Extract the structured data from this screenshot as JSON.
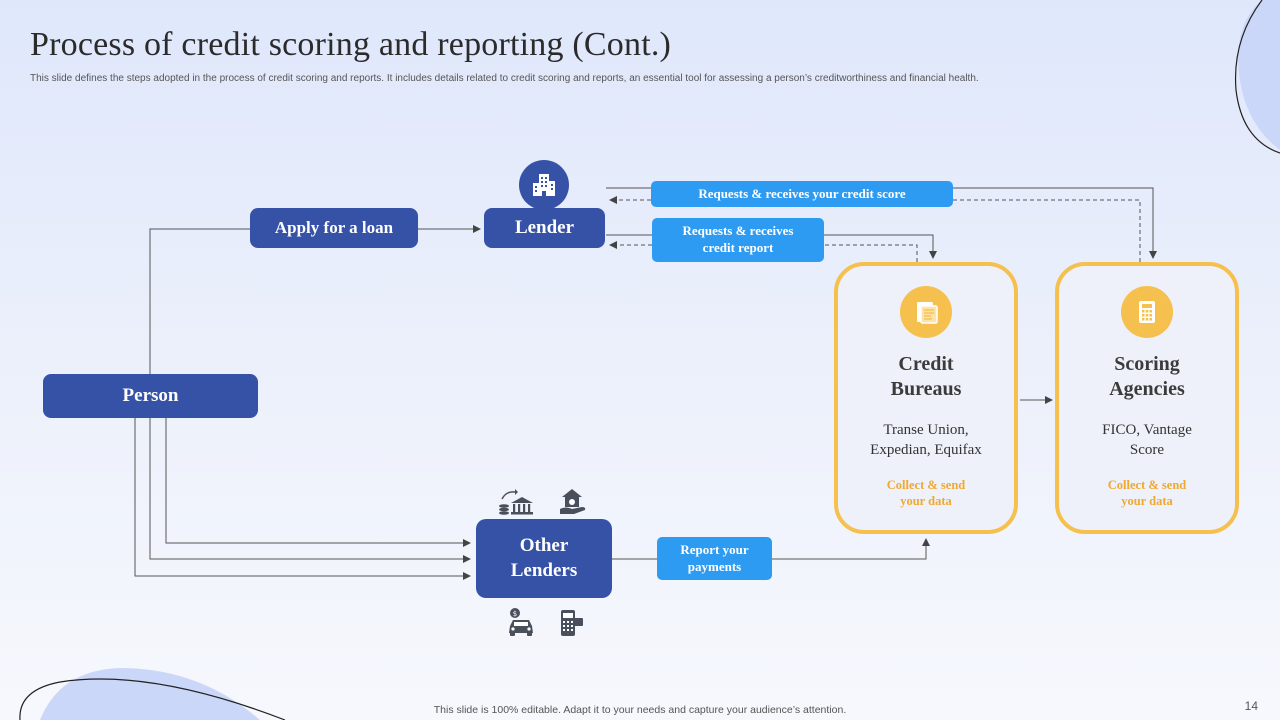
{
  "slide": {
    "title": "Process of credit scoring and reporting (Cont.)",
    "subtitle": "This slide defines the steps adopted in the process of credit scoring and reports. It includes details related to credit scoring and reports, an essential tool for assessing a person’s creditworthiness and financial health.",
    "footer": "This slide is 100% editable. Adapt it to your needs and capture your audience’s attention.",
    "page_number": "14"
  },
  "nodes": {
    "person": "Person",
    "apply_loan": "Apply for a loan",
    "lender": "Lender",
    "other_lenders_line1": "Other",
    "other_lenders_line2": "Lenders"
  },
  "flows": {
    "credit_score_line1": "Requests & receives your credit score",
    "credit_report_line1": "Requests & receives",
    "credit_report_line2": "credit report",
    "report_payments_line1": "Report your",
    "report_payments_line2": "payments"
  },
  "cards": [
    {
      "title_line1": "Credit",
      "title_line2": "Bureaus",
      "desc_line1": "Transe Union,",
      "desc_line2": "Expedian, Equifax",
      "note_line1": "Collect & send",
      "note_line2": "your data",
      "icon": "document-icon"
    },
    {
      "title_line1": "Scoring",
      "title_line2": "Agencies",
      "desc_line1": "FICO, Vantage",
      "desc_line2": "Score",
      "note_line1": "Collect & send",
      "note_line2": "your data",
      "icon": "calculator-icon"
    }
  ],
  "icons": {
    "lender": "building-icon",
    "other_lenders_top": [
      "bank-coins-icon",
      "house-hand-icon"
    ],
    "other_lenders_bottom": [
      "car-loan-icon",
      "card-terminal-icon"
    ]
  },
  "colors": {
    "node_fill": "#3552a6",
    "pill_fill": "#2e9bf3",
    "card_border": "#f5c04e",
    "card_note": "#f0a830"
  }
}
